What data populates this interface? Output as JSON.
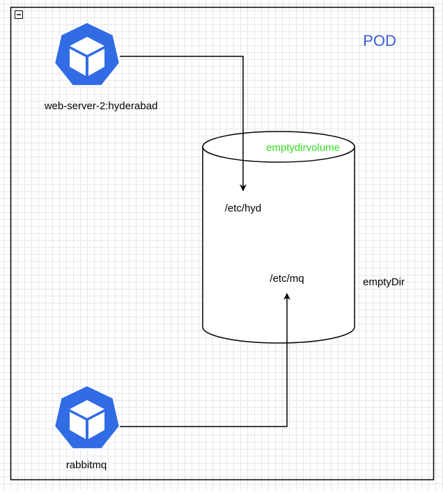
{
  "pod": {
    "label": "POD",
    "label_color": "#3a5bdb",
    "collapse_glyph": "−"
  },
  "volume": {
    "name": "emptydirvolume",
    "name_color": "#33dd22",
    "type_label": "emptyDir",
    "mount_hyd": "/etc/hyd",
    "mount_mq": "/etc/mq"
  },
  "containers": [
    {
      "label": "web-server-2:hyderabad",
      "icon": "kubernetes-container-icon"
    },
    {
      "label": "rabbitmq",
      "icon": "kubernetes-container-icon"
    }
  ],
  "colors": {
    "icon_fill": "#326ce5",
    "line": "#000000",
    "text": "#000000"
  }
}
